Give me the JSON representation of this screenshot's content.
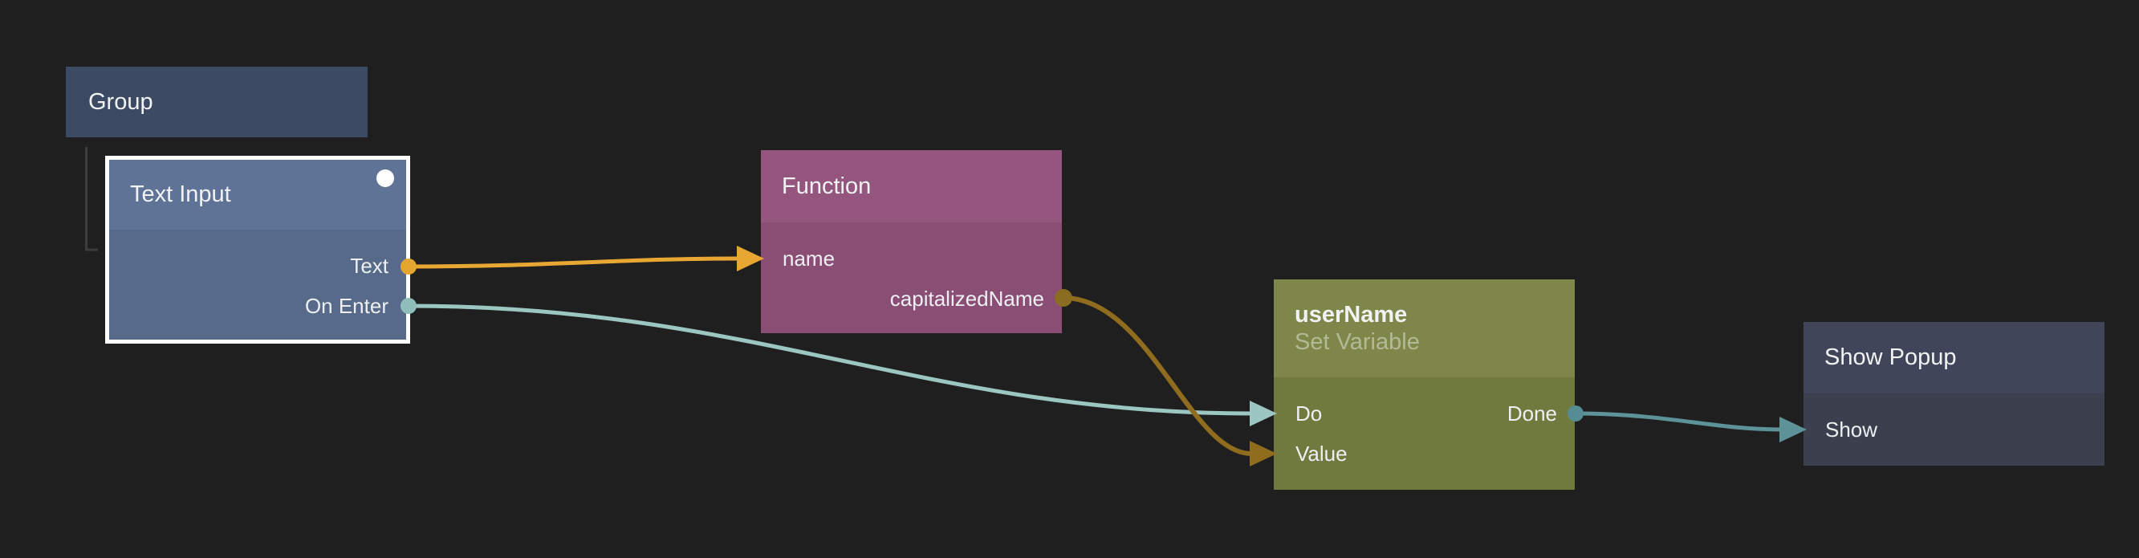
{
  "canvas": {
    "background_color": "#1f1f20",
    "hierarchy_line_color": "#3d3d3d"
  },
  "nodes": {
    "group": {
      "title": "Group",
      "color": "#3d4a63"
    },
    "text_input": {
      "title": "Text Input",
      "selected": true,
      "selection_border_color": "#ffffff",
      "header_color": "#5f7396",
      "body_color": "#586a89",
      "indicator_dot_color": "#ffffff",
      "outputs": {
        "text": "Text",
        "on_enter": "On Enter"
      }
    },
    "function": {
      "title": "Function",
      "header_color": "#94567e",
      "body_color": "#8a4e75",
      "inputs": {
        "name": "name"
      },
      "outputs": {
        "capitalized_name": "capitalizedName"
      }
    },
    "user_name": {
      "title": "userName",
      "subtitle": "Set Variable",
      "header_color": "#7e8749",
      "body_color": "#717a3e",
      "inputs": {
        "do": "Do",
        "value": "Value"
      },
      "outputs": {
        "done": "Done"
      }
    },
    "show_popup": {
      "title": "Show Popup",
      "header_color": "#414559",
      "body_color": "#3b3f4e",
      "inputs": {
        "show": "Show"
      }
    }
  },
  "connections": [
    {
      "from": "Text Input / Text",
      "to": "Function / name",
      "color": "#e8a733",
      "dot_color": "#e5a631"
    },
    {
      "from": "Text Input / On Enter",
      "to": "userName / Do",
      "color": "#9cc6c2",
      "dot_color": "#8fbeba"
    },
    {
      "from": "Function / capitalizedName",
      "to": "userName / Value",
      "color": "#8f6c1e",
      "dot_color": "#8a6d20"
    },
    {
      "from": "userName / Done",
      "to": "Show Popup / Show",
      "color": "#5d9298",
      "dot_color": "#588c94"
    }
  ]
}
